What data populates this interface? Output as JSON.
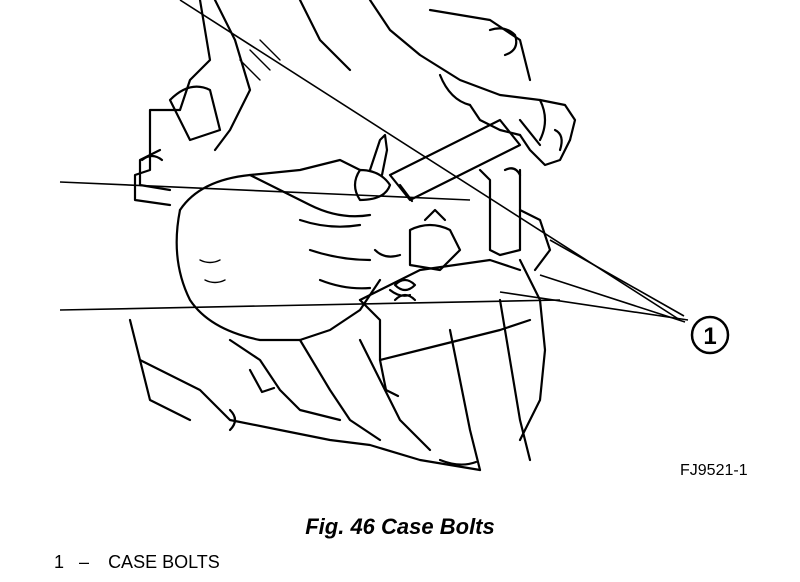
{
  "figure": {
    "id_code": "FJ9521-1",
    "caption": "Fig. 46 Case Bolts",
    "callout_number": "1"
  },
  "legend": [
    {
      "number": "1",
      "separator": "–",
      "label": "CASE BOLTS"
    }
  ]
}
